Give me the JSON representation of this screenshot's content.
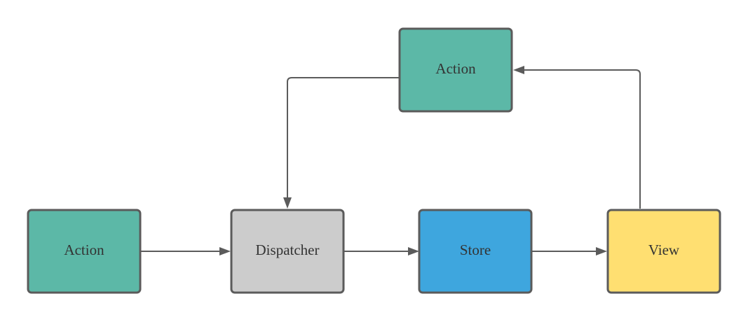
{
  "diagram": {
    "nodes": [
      {
        "id": "action-top",
        "label": "Action",
        "color": "#5cb8a7"
      },
      {
        "id": "action-left",
        "label": "Action",
        "color": "#5cb8a7"
      },
      {
        "id": "dispatcher",
        "label": "Dispatcher",
        "color": "#cccccc"
      },
      {
        "id": "store",
        "label": "Store",
        "color": "#3ea6de"
      },
      {
        "id": "view",
        "label": "View",
        "color": "#ffdf71"
      }
    ],
    "edges": [
      {
        "from": "action-left",
        "to": "dispatcher"
      },
      {
        "from": "dispatcher",
        "to": "store"
      },
      {
        "from": "store",
        "to": "view"
      },
      {
        "from": "view",
        "to": "action-top"
      },
      {
        "from": "action-top",
        "to": "dispatcher"
      }
    ]
  }
}
